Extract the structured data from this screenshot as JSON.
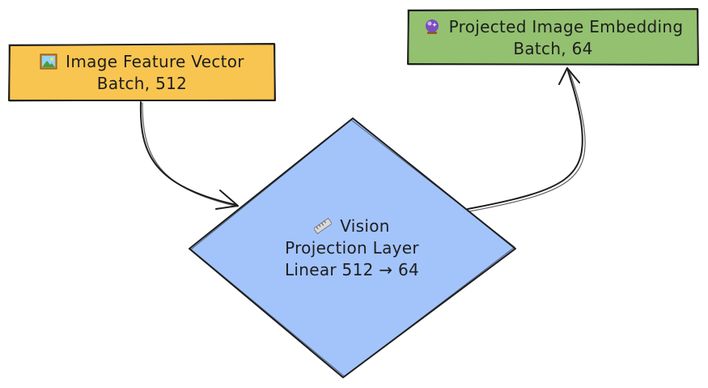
{
  "nodes": {
    "input": {
      "icon": "framed-picture-icon",
      "title": "Image Feature Vector",
      "subtitle": "Batch, 512",
      "fill": "#f8c550"
    },
    "projection": {
      "icon": "ruler-icon",
      "title": "Vision",
      "line2": "Projection Layer",
      "line3": "Linear 512 → 64",
      "fill": "#a3c4fb"
    },
    "output": {
      "icon": "crystal-ball-icon",
      "title": "Projected Image Embedding",
      "subtitle": "Batch, 64",
      "fill": "#93c170"
    }
  },
  "edges": [
    {
      "from": "input",
      "to": "projection"
    },
    {
      "from": "projection",
      "to": "output"
    }
  ],
  "stroke_color": "#1e1e1e"
}
